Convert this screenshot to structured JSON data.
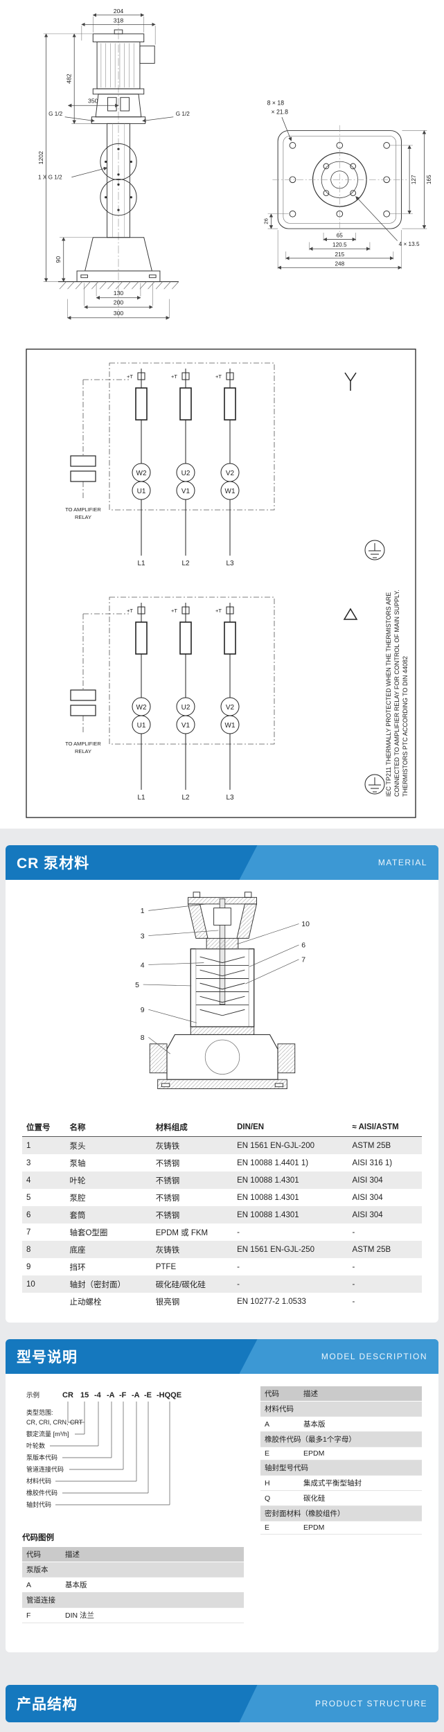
{
  "drawing1": {
    "dims": {
      "d204": "204",
      "d318": "318",
      "d482": "482",
      "d350": "350",
      "g_left": "G 1/2",
      "g_right": "G 1/2",
      "d1202": "1202",
      "port": "1 X G 1/2",
      "d90": "90",
      "d130": "130",
      "d200": "200",
      "d300": "300"
    }
  },
  "drawing2": {
    "dims": {
      "holes_top_1": "8 × 18",
      "holes_top_2": "× 21.8",
      "d26": "26",
      "d65": "65",
      "d120_5": "120.5",
      "d215": "215",
      "d248": "248",
      "d127": "127",
      "d165": "165",
      "holes_br": "4 × 13.5"
    }
  },
  "wiring": {
    "terminals_top": [
      "W2",
      "U2",
      "V2"
    ],
    "terminals_bottom": [
      "U1",
      "V1",
      "W1"
    ],
    "phases": [
      "L1",
      "L2",
      "L3"
    ],
    "thermistor_mark": "+T",
    "relay_line1": "TO AMPLIFIER",
    "relay_line2": "RELAY",
    "note_line1": "IEC TP211 THERMALLY PROTECTED WHEN THE THERMISTORS ARE",
    "note_line2": "CONNECTED TO AMPLIFIER RELAY FOR CONTROL OF MAIN SUPPLY.",
    "note_line3": "THERMISTORS PTC ACCORDING TO DIN 44082"
  },
  "material": {
    "title": "CR 泵材料",
    "subtitle": "MATERIAL",
    "callouts": {
      "c1": "1",
      "c3": "3",
      "c4": "4",
      "c5": "5",
      "c6": "6",
      "c7": "7",
      "c8": "8",
      "c9": "9",
      "c10": "10"
    },
    "table": {
      "headers": [
        "位置号",
        "名称",
        "材料组成",
        "DIN/EN",
        "≈ AISI/ASTM"
      ],
      "rows": [
        [
          "1",
          "泵头",
          "灰铸铁",
          "EN 1561 EN-GJL-200",
          "ASTM 25B"
        ],
        [
          "3",
          "泵轴",
          "不锈钢",
          "EN 10088 1.4401 1)",
          "AISI 316 1)"
        ],
        [
          "4",
          "叶轮",
          "不锈钢",
          "EN 10088 1.4301",
          "AISI 304"
        ],
        [
          "5",
          "泵腔",
          "不锈钢",
          "EN 10088 1.4301",
          "AISI 304"
        ],
        [
          "6",
          "套筒",
          "不锈钢",
          "EN 10088 1.4301",
          "AISI 304"
        ],
        [
          "7",
          "轴套O型圈",
          "EPDM 或 FKM",
          "-",
          "-"
        ],
        [
          "8",
          "底座",
          "灰铸铁",
          "EN 1561 EN-GJL-250",
          "ASTM 25B"
        ],
        [
          "9",
          "挡环",
          "PTFE",
          "-",
          "-"
        ],
        [
          "10",
          "轴封（密封面）",
          "碳化硅/碳化硅",
          "-",
          "-"
        ],
        [
          "",
          "止动螺栓",
          "银亮钢",
          "EN 10277-2 1.0533",
          "-"
        ]
      ]
    }
  },
  "model": {
    "title": "型号说明",
    "subtitle": "MODEL DESCRIPTION",
    "example_label": "示例",
    "segments": [
      "CR",
      "15",
      "-4",
      "-A",
      "-F",
      "-A",
      "-E",
      "-HQQE"
    ],
    "labels": [
      "类型范围:",
      "CR, CRI, CRN, CRT",
      "额定流量 [m³/h]",
      "叶轮数",
      "泵版本代码",
      "管道连接代码",
      "材料代码",
      "橡胶件代码",
      "轴封代码"
    ],
    "legend_title": "代码图例",
    "col_code": "代码",
    "col_desc": "描述",
    "legend_groups": [
      {
        "name": "泵版本",
        "rows": [
          {
            "code": "A",
            "desc": "基本版"
          }
        ]
      },
      {
        "name": "管道连接",
        "rows": [
          {
            "code": "F",
            "desc": "DIN 法兰"
          }
        ]
      }
    ],
    "right_groups": [
      {
        "name": "材料代码",
        "rows": [
          {
            "code": "A",
            "desc": "基本版"
          }
        ]
      },
      {
        "name": "橡胶件代码（最多1个字母）",
        "rows": [
          {
            "code": "E",
            "desc": "EPDM"
          }
        ]
      },
      {
        "name": "轴封型号代码",
        "rows": [
          {
            "code": "H",
            "desc": "集成式平衡型轴封"
          },
          {
            "code": "Q",
            "desc": "碳化硅"
          }
        ]
      },
      {
        "name": "密封面材料（橡胶组件）",
        "rows": [
          {
            "code": "E",
            "desc": "EPDM"
          }
        ]
      }
    ]
  },
  "structure": {
    "title": "产品结构",
    "subtitle": "PRODUCT STRUCTURE"
  }
}
